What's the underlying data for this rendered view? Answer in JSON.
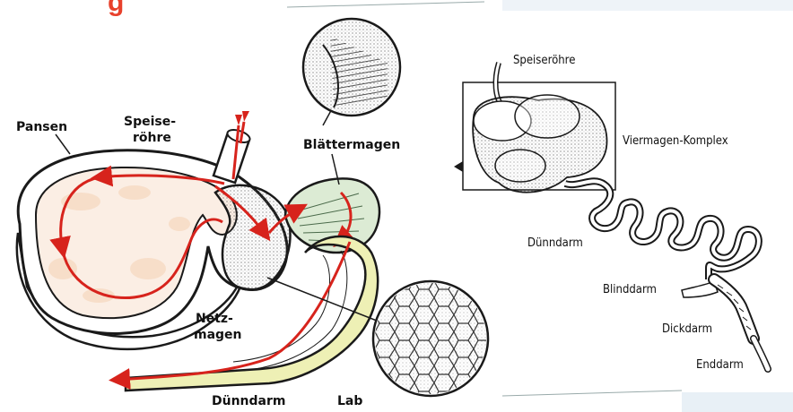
{
  "title_fragment": "g",
  "ruminant": {
    "labels": {
      "pansen": "Pansen",
      "speiseroehre_line1": "Speise-",
      "speiseroehre_line2": "röhre",
      "blaettermagen": "Blättermagen",
      "netzmagen_line1": "Netz-",
      "netzmagen_line2": "magen",
      "duenndarm": "Dünndarm",
      "lab": "Lab"
    }
  },
  "intestine": {
    "labels": {
      "speiseroehre": "Speiseröhre",
      "viermagen": "Viermagen-Komplex",
      "duenndarm": "Dünndarm",
      "blinddarm": "Blinddarm",
      "dickdarm": "Dickdarm",
      "enddarm": "Enddarm"
    }
  },
  "colors": {
    "arrow": "#d7231c",
    "outline": "#1a1a1a",
    "tissue": "#f6d9c2",
    "omasum": "#cfe4c5",
    "abomasum": "#eef0b5",
    "title": "#e8412c"
  }
}
